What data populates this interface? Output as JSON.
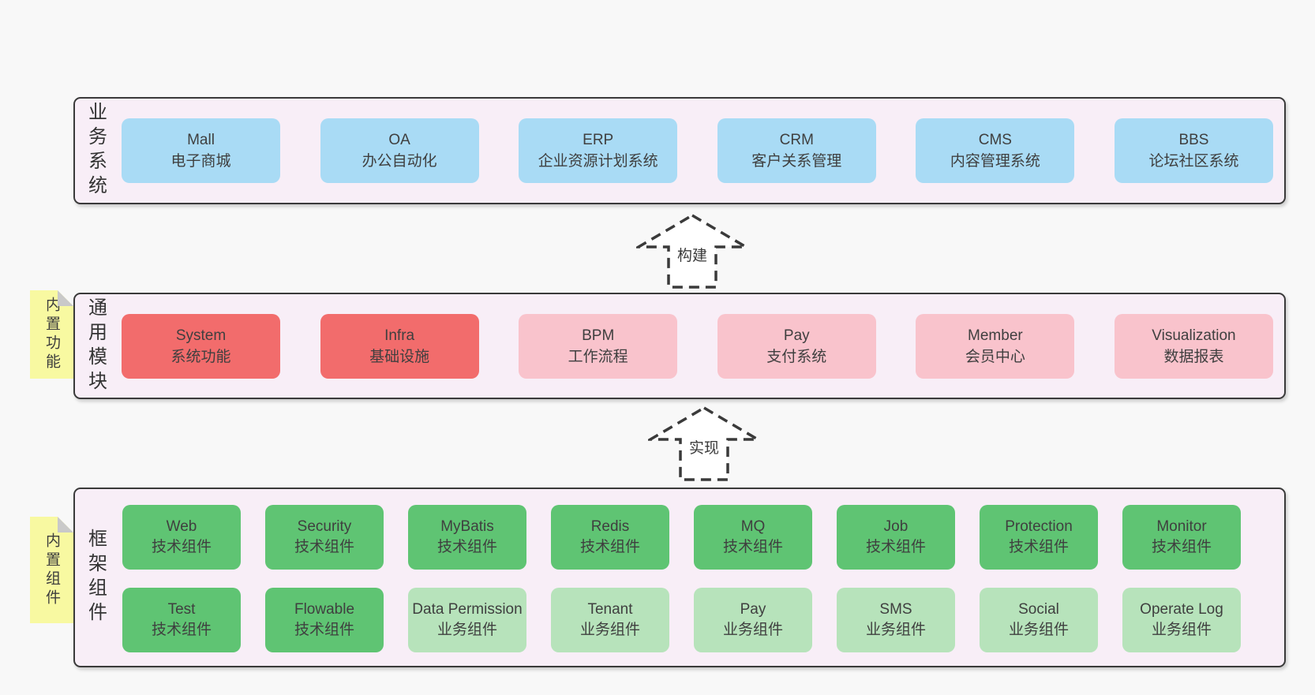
{
  "colors": {
    "page_bg": "#f8f8f8",
    "layer_bg": "#f8eef7",
    "layer_border": "#3a3a3a",
    "blue_box": "#a9dbf5",
    "red_box": "#f26c6c",
    "pink_box": "#f9c3cc",
    "green_box": "#5fc473",
    "light_green_box": "#b7e3bb",
    "sticky_yellow": "#f8f9a1",
    "sticky_fold_gray": "#c9c9c9",
    "text": "#3d3d3d"
  },
  "layers": {
    "business": {
      "label": "业务系统",
      "boxes": [
        {
          "title": "Mall",
          "subtitle": "电子商城",
          "variant": "blue"
        },
        {
          "title": "OA",
          "subtitle": "办公自动化",
          "variant": "blue"
        },
        {
          "title": "ERP",
          "subtitle": "企业资源计划系统",
          "variant": "blue"
        },
        {
          "title": "CRM",
          "subtitle": "客户关系管理",
          "variant": "blue"
        },
        {
          "title": "CMS",
          "subtitle": "内容管理系统",
          "variant": "blue"
        },
        {
          "title": "BBS",
          "subtitle": "论坛社区系统",
          "variant": "blue"
        }
      ]
    },
    "modules": {
      "label": "通用模块",
      "sticky": "内置功能",
      "boxes": [
        {
          "title": "System",
          "subtitle": "系统功能",
          "variant": "red"
        },
        {
          "title": "Infra",
          "subtitle": "基础设施",
          "variant": "red"
        },
        {
          "title": "BPM",
          "subtitle": "工作流程",
          "variant": "pink"
        },
        {
          "title": "Pay",
          "subtitle": "支付系统",
          "variant": "pink"
        },
        {
          "title": "Member",
          "subtitle": "会员中心",
          "variant": "pink"
        },
        {
          "title": "Visualization",
          "subtitle": "数据报表",
          "variant": "pink"
        }
      ]
    },
    "components": {
      "label": "框架组件",
      "sticky": "内置组件",
      "row1": [
        {
          "title": "Web",
          "subtitle": "技术组件",
          "variant": "green"
        },
        {
          "title": "Security",
          "subtitle": "技术组件",
          "variant": "green"
        },
        {
          "title": "MyBatis",
          "subtitle": "技术组件",
          "variant": "green"
        },
        {
          "title": "Redis",
          "subtitle": "技术组件",
          "variant": "green"
        },
        {
          "title": "MQ",
          "subtitle": "技术组件",
          "variant": "green"
        },
        {
          "title": "Job",
          "subtitle": "技术组件",
          "variant": "green"
        },
        {
          "title": "Protection",
          "subtitle": "技术组件",
          "variant": "green"
        },
        {
          "title": "Monitor",
          "subtitle": "技术组件",
          "variant": "green"
        }
      ],
      "row2": [
        {
          "title": "Test",
          "subtitle": "技术组件",
          "variant": "green"
        },
        {
          "title": "Flowable",
          "subtitle": "技术组件",
          "variant": "green"
        },
        {
          "title": "Data Permission",
          "subtitle": "业务组件",
          "variant": "light-green"
        },
        {
          "title": "Tenant",
          "subtitle": "业务组件",
          "variant": "light-green"
        },
        {
          "title": "Pay",
          "subtitle": "业务组件",
          "variant": "light-green"
        },
        {
          "title": "SMS",
          "subtitle": "业务组件",
          "variant": "light-green"
        },
        {
          "title": "Social",
          "subtitle": "业务组件",
          "variant": "light-green"
        },
        {
          "title": "Operate Log",
          "subtitle": "业务组件",
          "variant": "light-green"
        }
      ]
    }
  },
  "arrows": [
    {
      "label": "构建"
    },
    {
      "label": "实现"
    }
  ]
}
